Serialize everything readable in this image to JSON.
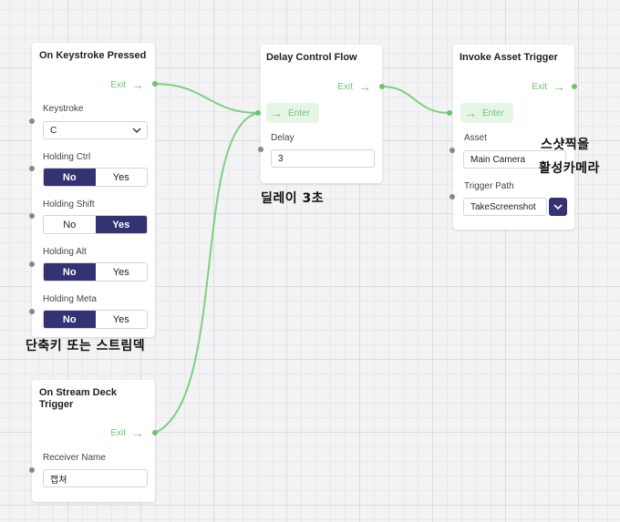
{
  "nodes": {
    "keystroke": {
      "title": "On Keystroke Pressed",
      "exit_label": "Exit",
      "keystroke_label": "Keystroke",
      "keystroke_value": "C",
      "ctrl_label": "Holding Ctrl",
      "shift_label": "Holding Shift",
      "alt_label": "Holding Alt",
      "meta_label": "Holding Meta",
      "no_label": "No",
      "yes_label": "Yes",
      "ctrl_value": "No",
      "shift_value": "Yes",
      "alt_value": "No",
      "meta_value": "No"
    },
    "streamdeck": {
      "title": "On Stream Deck Trigger",
      "exit_label": "Exit",
      "receiver_label": "Receiver Name",
      "receiver_value": "캡쳐"
    },
    "delay": {
      "title": "Delay Control Flow",
      "exit_label": "Exit",
      "enter_label": "Enter",
      "delay_label": "Delay",
      "delay_value": "3"
    },
    "invoke": {
      "title": "Invoke Asset Trigger",
      "exit_label": "Exit",
      "enter_label": "Enter",
      "asset_label": "Asset",
      "asset_value": "Main Camera",
      "trigger_path_label": "Trigger Path",
      "trigger_path_value": "TakeScreenshot"
    }
  },
  "annotations": {
    "shortcut": "단축키 또는 스트림덱",
    "delay": "딜레이 3초",
    "screenshot_line1": "스샷찍을",
    "screenshot_line2": "활성카메라"
  },
  "colors": {
    "flow_green": "#6cc56c",
    "toggle_active": "#343273",
    "pin_gray": "#888888"
  }
}
